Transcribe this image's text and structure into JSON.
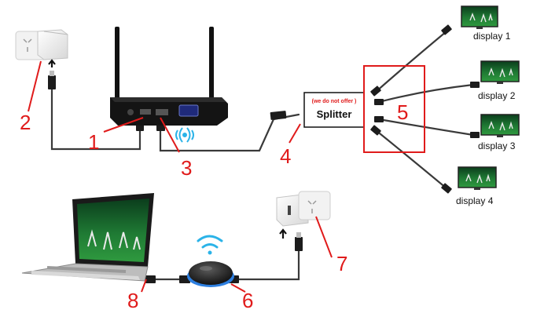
{
  "splitter": {
    "title": "Splitter",
    "note": "(we do not offer )"
  },
  "displays": [
    {
      "label": "display 1"
    },
    {
      "label": "display 2"
    },
    {
      "label": "display 3"
    },
    {
      "label": "display 4"
    }
  ],
  "callouts": [
    {
      "number": "1"
    },
    {
      "number": "2"
    },
    {
      "number": "3"
    },
    {
      "number": "4"
    },
    {
      "number": "5"
    },
    {
      "number": "6"
    },
    {
      "number": "7"
    },
    {
      "number": "8"
    }
  ],
  "colors": {
    "accent": "#e01b1b",
    "wifi": "#2bb3e8",
    "cable": "#3a3a3a"
  }
}
